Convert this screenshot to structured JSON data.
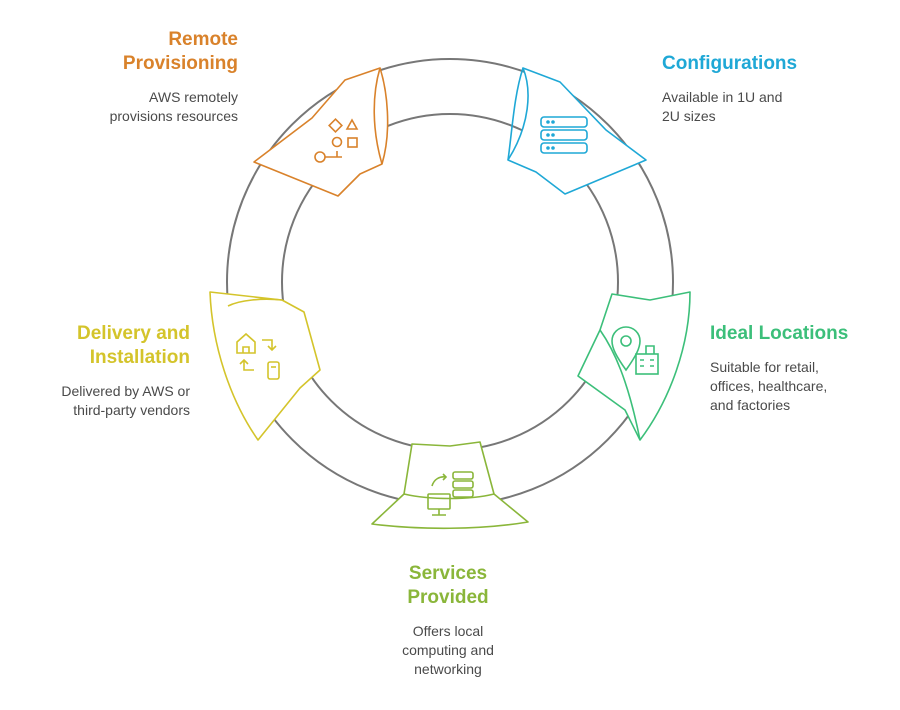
{
  "colors": {
    "ring": "#777777",
    "remote": "#D9822B",
    "config": "#1FA8D6",
    "locations": "#3CBF7A",
    "services": "#8AB63A",
    "delivery": "#D4C42B"
  },
  "steps": [
    {
      "key": "remote",
      "title": [
        "Remote",
        "Provisioning"
      ],
      "desc": [
        "AWS remotely",
        "provisions resources"
      ],
      "icon": "shapes-icon"
    },
    {
      "key": "config",
      "title": [
        "Configurations"
      ],
      "desc": [
        "Available in 1U and",
        "2U sizes"
      ],
      "icon": "server-stack-icon"
    },
    {
      "key": "locations",
      "title": [
        "Ideal Locations"
      ],
      "desc": [
        "Suitable for retail,",
        "offices, healthcare,",
        "and factories"
      ],
      "icon": "location-building-icon"
    },
    {
      "key": "services",
      "title": [
        "Services",
        "Provided"
      ],
      "desc": [
        "Offers local",
        "computing and",
        "networking"
      ],
      "icon": "computer-server-icon"
    },
    {
      "key": "delivery",
      "title": [
        "Delivery and",
        "Installation"
      ],
      "desc": [
        "Delivered by AWS or",
        "third-party vendors"
      ],
      "icon": "home-delivery-icon"
    }
  ]
}
